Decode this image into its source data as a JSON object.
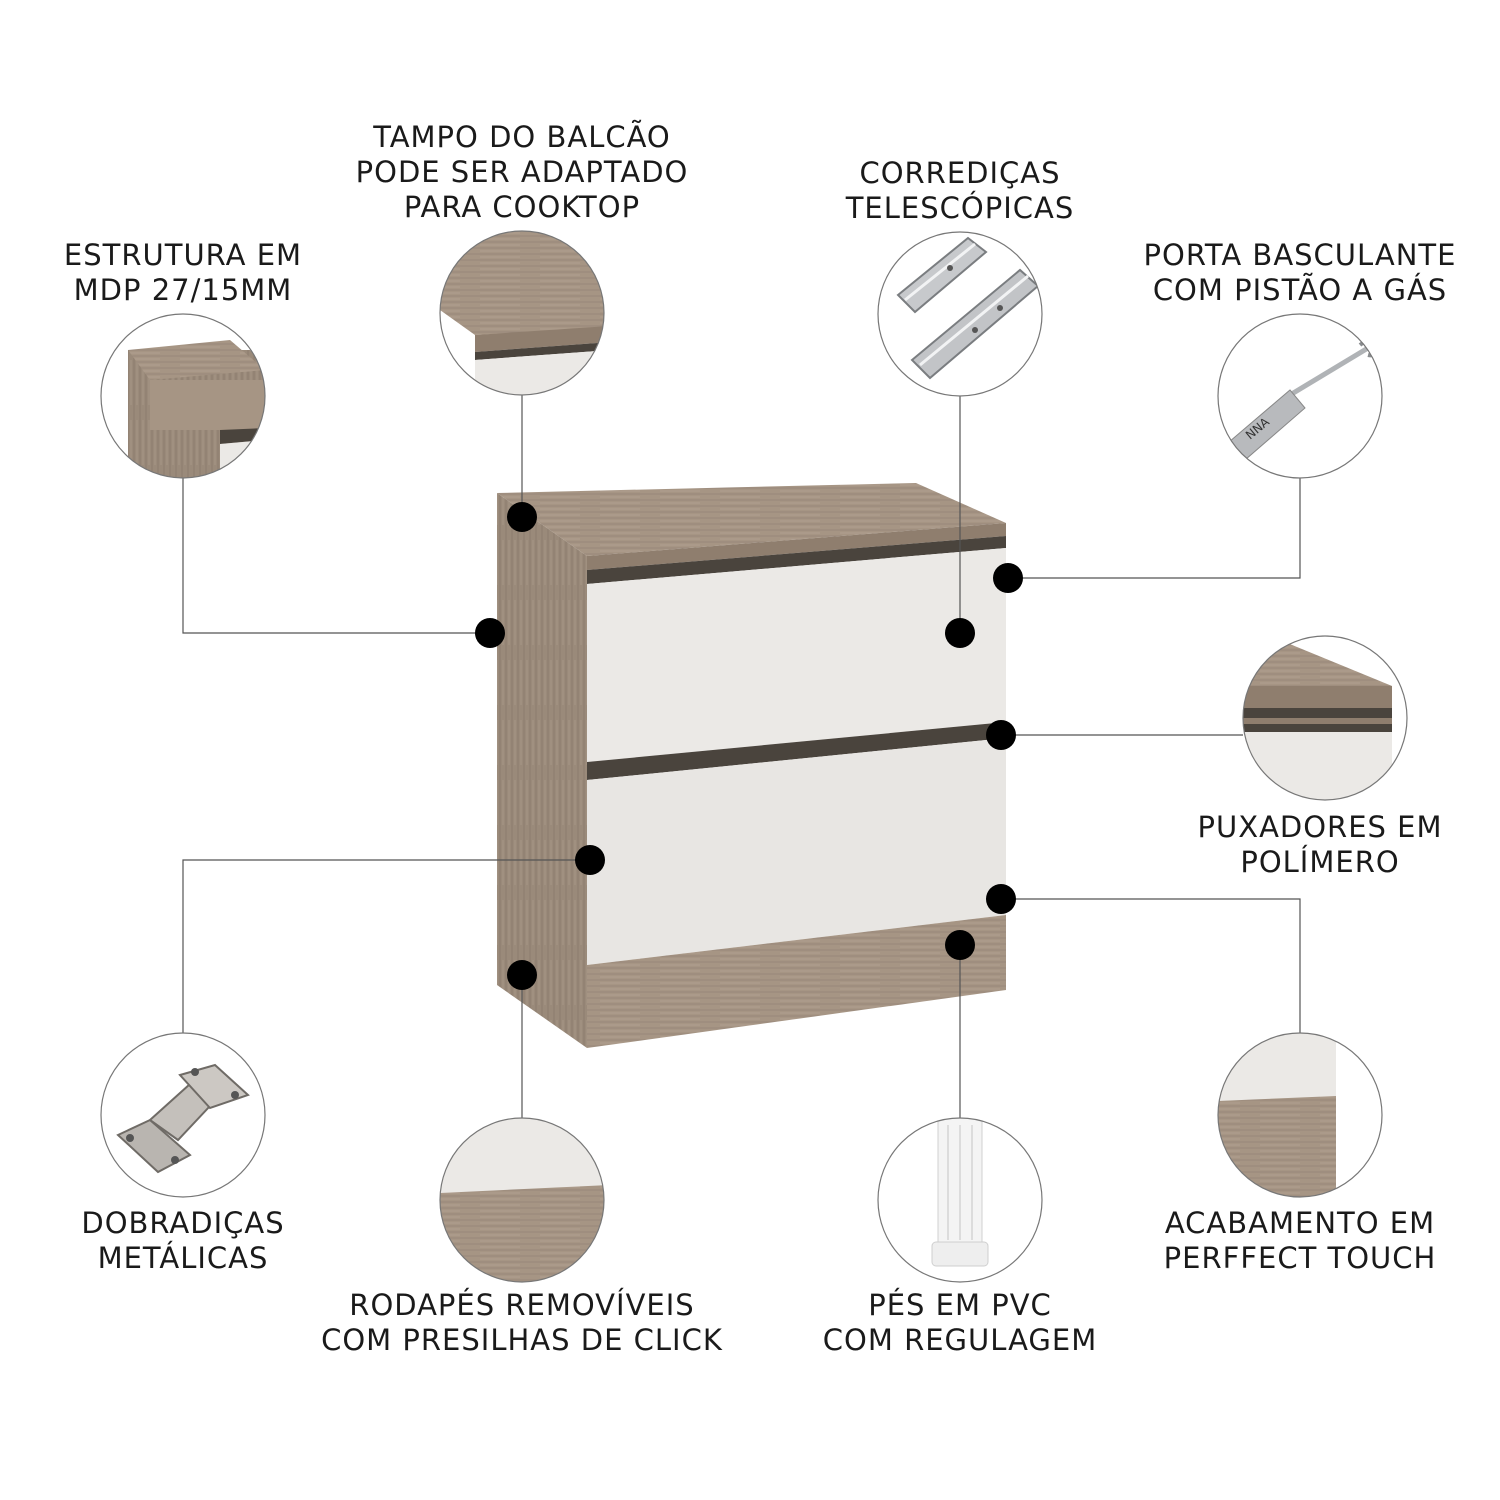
{
  "features": [
    {
      "id": "estrutura",
      "lines": [
        "ESTRUTURA EM",
        "MDP 27/15MM"
      ]
    },
    {
      "id": "tampo",
      "lines": [
        "TAMPO DO BALCÃO",
        "PODE SER ADAPTADO",
        "PARA COOKTOP"
      ]
    },
    {
      "id": "corredicas",
      "lines": [
        "CORREDIÇAS",
        "TELESCÓPICAS"
      ]
    },
    {
      "id": "porta",
      "lines": [
        "PORTA BASCULANTE",
        "COM PISTÃO A GÁS"
      ]
    },
    {
      "id": "puxadores",
      "lines": [
        "PUXADORES EM",
        "POLÍMERO"
      ]
    },
    {
      "id": "dobradicas",
      "lines": [
        "DOBRADIÇAS",
        "METÁLICAS"
      ]
    },
    {
      "id": "rodapes",
      "lines": [
        "RODAPÉS REMOVÍVEIS",
        "COM PRESILHAS DE CLICK"
      ]
    },
    {
      "id": "pes",
      "lines": [
        "PÉS EM PVC",
        "COM REGULAGEM"
      ]
    },
    {
      "id": "acabamento",
      "lines": [
        "ACABAMENTO EM",
        "PERFFECT TOUCH"
      ]
    }
  ],
  "colors": {
    "wood": "#a69584",
    "wood_dark": "#8d7c6c",
    "door": "#ebe9e6",
    "handle": "#4a443d",
    "dot": "#000000",
    "leader_line": "#555555"
  }
}
